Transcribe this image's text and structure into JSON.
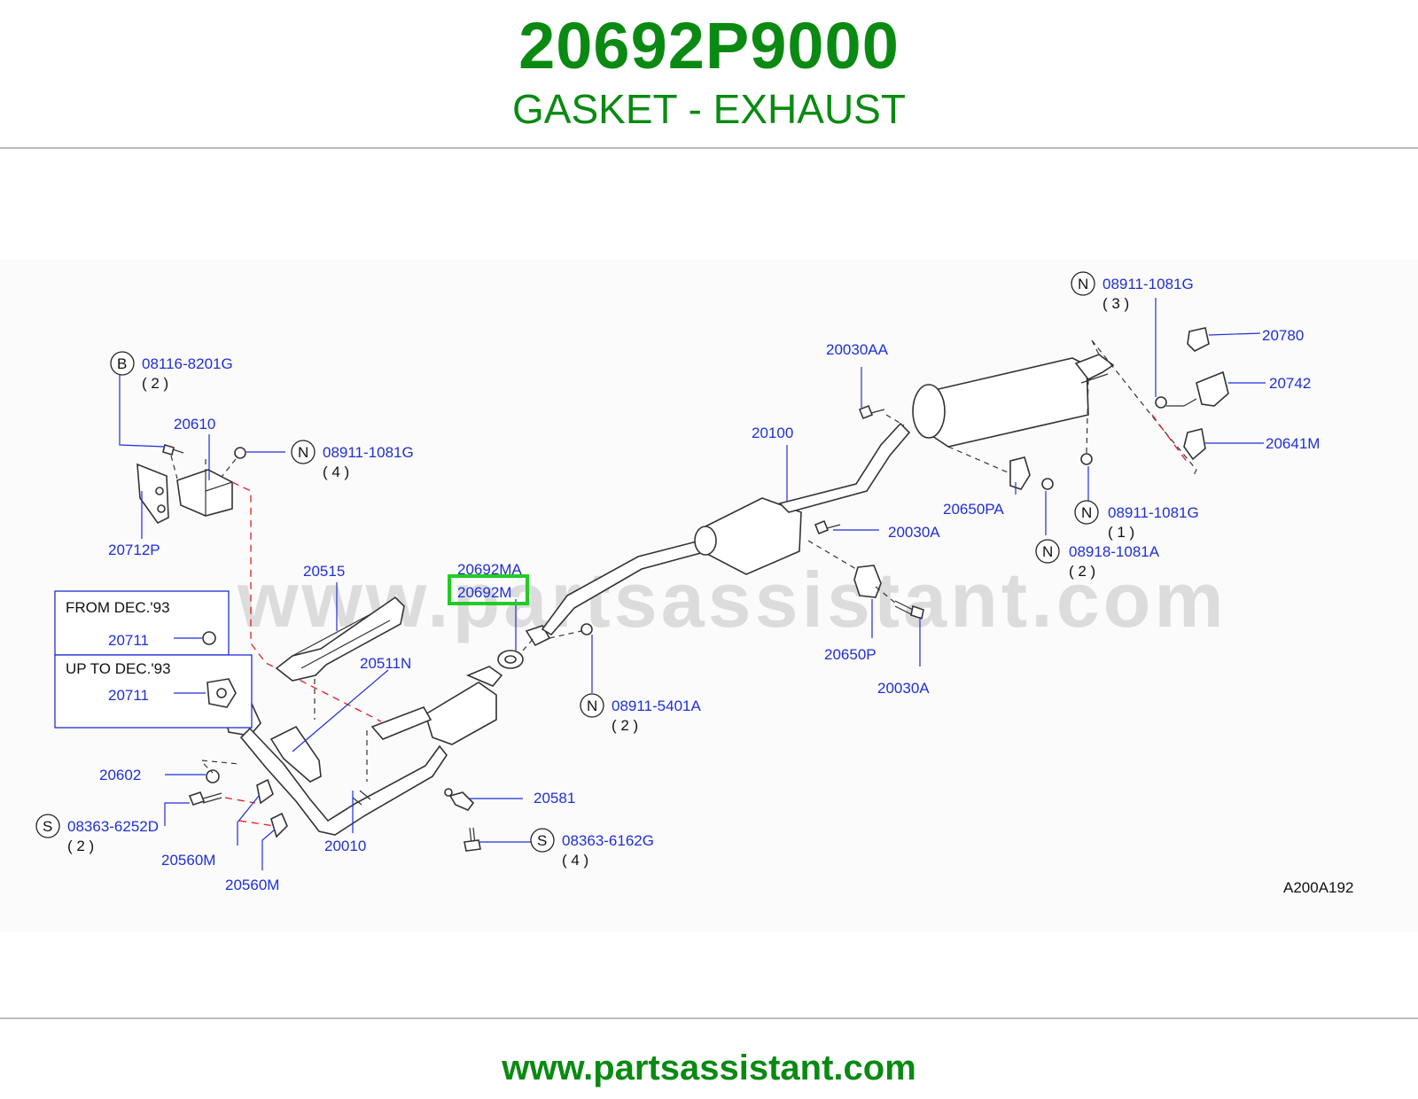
{
  "header": {
    "part_number": "20692P9000",
    "part_name": "GASKET - EXHAUST"
  },
  "footer": {
    "website": "www.partsassistant.com"
  },
  "diagram": {
    "watermark": "www.partsassistant.com",
    "diagram_code": "A200A192",
    "highlighted_part": "20692M",
    "inset": {
      "from_label": "FROM   DEC.'93",
      "from_part": "20711",
      "upto_label": "UP   TO   DEC.'93",
      "upto_part": "20711"
    },
    "callouts": {
      "b_08116": {
        "letter": "B",
        "number": "08116-8201G",
        "qty": "( 2 )"
      },
      "n_08911_4": {
        "letter": "N",
        "number": "08911-1081G",
        "qty": "( 4 )"
      },
      "n_08911_3": {
        "letter": "N",
        "number": "08911-1081G",
        "qty": "( 3 )"
      },
      "n_08911_1": {
        "letter": "N",
        "number": "08911-1081G",
        "qty": "( 1 )"
      },
      "n_08918": {
        "letter": "N",
        "number": "08918-1081A",
        "qty": "( 2 )"
      },
      "n_08911_5401": {
        "letter": "N",
        "number": "08911-5401A",
        "qty": "( 2 )"
      },
      "s_08363_6252": {
        "letter": "S",
        "number": "08363-6252D",
        "qty": "( 2 )"
      },
      "s_08363_6162": {
        "letter": "S",
        "number": "08363-6162G",
        "qty": "( 4 )"
      }
    },
    "labels": {
      "p20610": "20610",
      "p20712p": "20712P",
      "p20515": "20515",
      "p20692ma": "20692MA",
      "p20692m": "20692M",
      "p20511n": "20511N",
      "p20602": "20602",
      "p20560m_a": "20560M",
      "p20560m_b": "20560M",
      "p20010": "20010",
      "p20581": "20581",
      "p20100": "20100",
      "p20030aa": "20030AA",
      "p20030a_1": "20030A",
      "p20030a_2": "20030A",
      "p20650p": "20650P",
      "p20650pa": "20650PA",
      "p20780": "20780",
      "p20742": "20742",
      "p20641m": "20641M"
    }
  }
}
